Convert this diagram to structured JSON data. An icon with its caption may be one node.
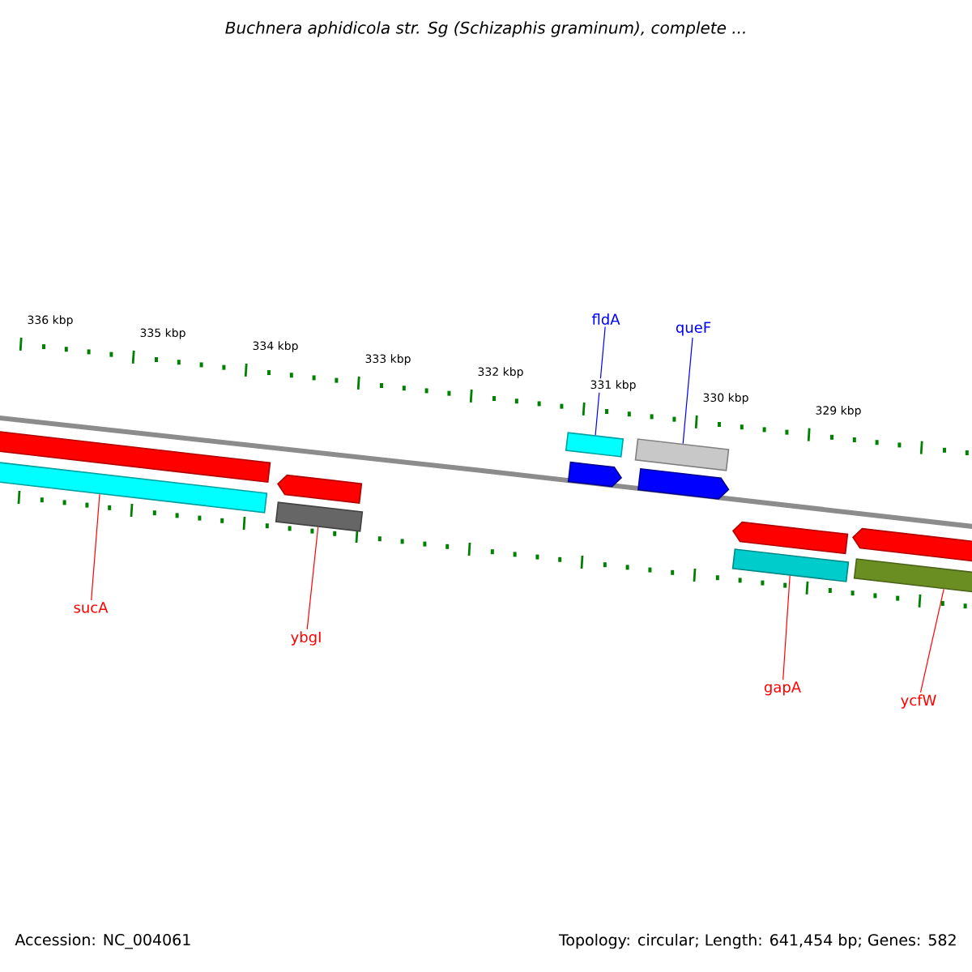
{
  "diagram": {
    "title": "Buchnera aphidicola str. Sg (Schizaphis graminum), complete ...",
    "nodes": [
      {
        "text": [
          "fldA"
        ]
      },
      {
        "text": [
          "queF"
        ]
      },
      {
        "text": [],
        "shape": "bar"
      },
      {
        "text": [],
        "shape": "bar"
      },
      {
        "text": [],
        "shape": "arrow"
      },
      {
        "text": [],
        "shape": "bar"
      },
      {
        "text": [],
        "shape": "bar"
      },
      {
        "text": [],
        "shape": "arrow"
      },
      {
        "text": [],
        "shape": "bar"
      },
      {
        "text": [],
        "shape": "arrow"
      },
      {
        "text": [],
        "shape": "arrow"
      },
      {
        "text": [],
        "shape": "bar"
      },
      {
        "text": [],
        "shape": "arrow"
      },
      {
        "text": [],
        "shape": "bar"
      },
      {
        "text": [
          "sucA"
        ]
      },
      {
        "text": [
          "ybgI"
        ]
      },
      {
        "text": [
          "gapA"
        ]
      },
      {
        "text": [
          "ycfW"
        ]
      }
    ],
    "edges": [
      {
        "from": 0,
        "to": 6,
        "arrow": "none",
        "color": "#0000ff"
      },
      {
        "from": 1,
        "to": 8,
        "arrow": "none",
        "color": "#0000ff"
      },
      {
        "from": 14,
        "to": 3,
        "arrow": "none"
      },
      {
        "from": 15,
        "to": 5,
        "arrow": "none"
      },
      {
        "from": 16,
        "to": 11,
        "arrow": "none"
      },
      {
        "from": 17,
        "to": 13,
        "arrow": "none"
      }
    ],
    "labels": [
      "336 kbp",
      "335 kbp",
      "334 kbp",
      "333 kbp",
      "332 kbp",
      "331 kbp",
      "330 kbp",
      "329 kbp",
      "Accession: NC_004061",
      "Topology: circular; Length: 641,454 bp; Genes: 582"
    ]
  }
}
